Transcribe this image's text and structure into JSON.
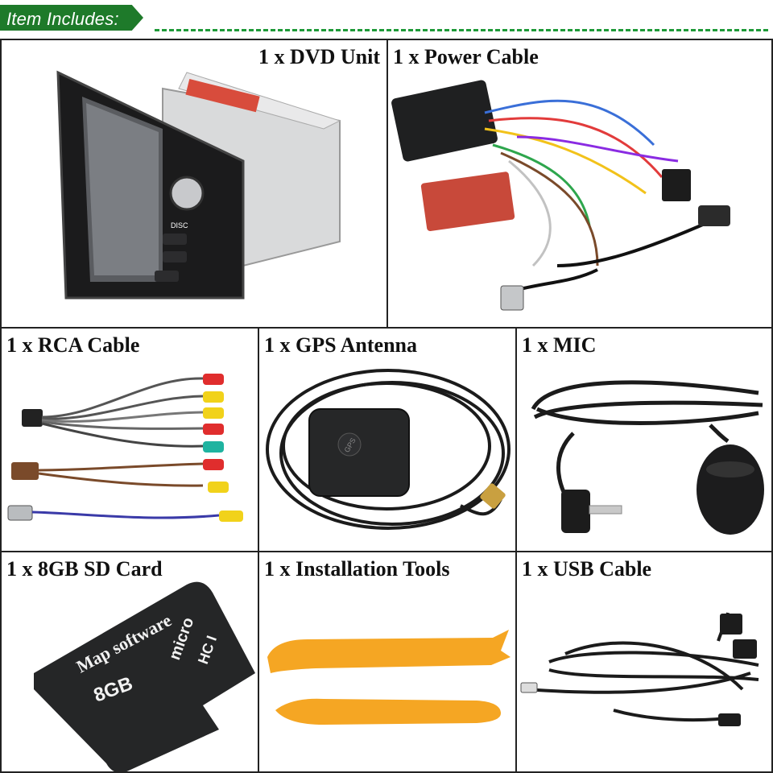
{
  "header": {
    "title": "Item Includes:"
  },
  "items": [
    {
      "label": "1 x DVD Unit",
      "icon": "dvd-unit-icon"
    },
    {
      "label": "1 x Power Cable",
      "icon": "power-cable-icon"
    },
    {
      "label": "1 x RCA Cable",
      "icon": "rca-cable-icon"
    },
    {
      "label": "1 x GPS Antenna",
      "icon": "gps-antenna-icon"
    },
    {
      "label": "1 x MIC",
      "icon": "mic-icon"
    },
    {
      "label": "1 x 8GB SD Card",
      "icon": "sd-card-icon"
    },
    {
      "label": "1 x Installation Tools",
      "icon": "installation-tools-icon"
    },
    {
      "label": "1 x USB Cable",
      "icon": "usb-cable-icon"
    }
  ],
  "product_text": {
    "gps_chip": "GPS",
    "sd_map": "Map software",
    "sd_capacity": "8GB",
    "sd_brand": "micro",
    "sd_class": "HC I",
    "disc_button": "DISC"
  },
  "colors": {
    "tag": "#1e7a2a",
    "dash": "#1e9a38",
    "border": "#222222",
    "tools": "#f5a623"
  }
}
